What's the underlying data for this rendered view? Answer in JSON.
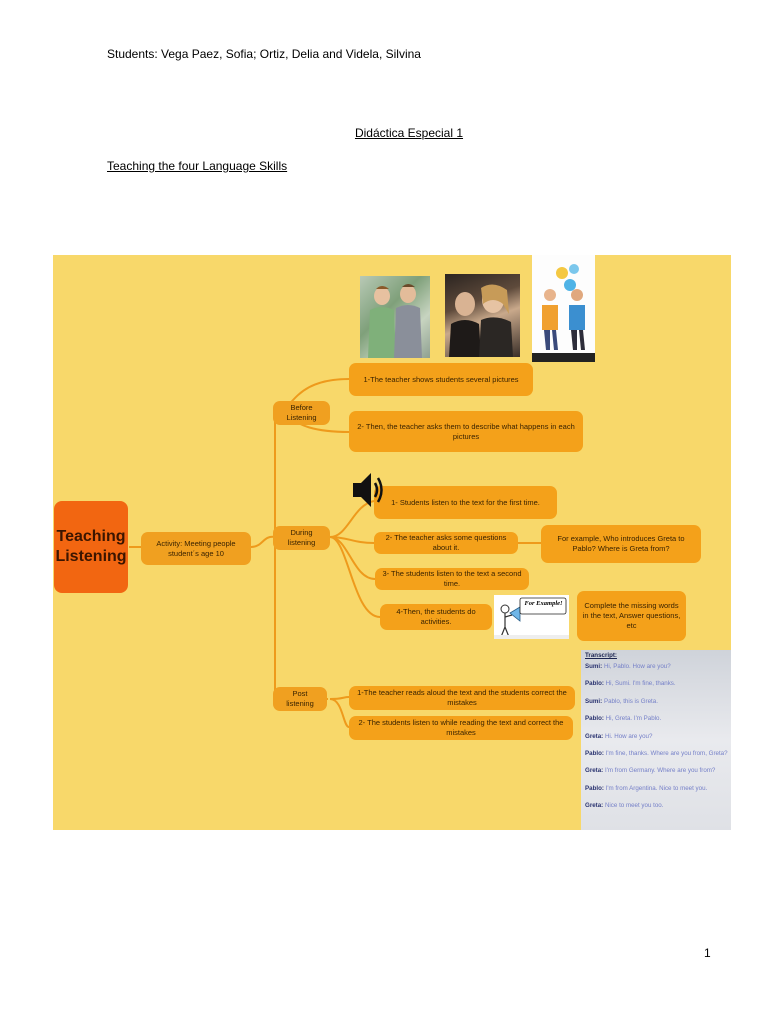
{
  "header": {
    "students": "Students: Vega Paez, Sofia; Ortiz, Delia and Videla, Silvina",
    "course": "Didáctica Especial 1",
    "subtitle": "Teaching the four Language Skills"
  },
  "mindmap": {
    "root": "Teaching Listening",
    "activity": "Activity: Meeting people student´s age 10",
    "stages": {
      "before": {
        "label": "Before Listening",
        "steps": [
          "1-The teacher shows students several pictures",
          "2- Then, the teacher asks them to describe what happens in each pictures"
        ]
      },
      "during": {
        "label": "During listening",
        "steps": [
          "1- Students listen to the text for the first time.",
          "2- The teacher asks some questions about it.",
          "3- The students listen to the text a second time.",
          "4-Then, the students do activities."
        ],
        "example_questions": "For example, Who introduces Greta to Pablo? Where is Greta from?",
        "example_activities": "Complete the missing words in the text, Answer questions, etc",
        "for_example_label": "For Example!"
      },
      "post": {
        "label": "Post listening",
        "steps": [
          "1-The teacher reads aloud the text and the students correct the mistakes",
          "2- The students listen to while reading the text and correct the mistakes"
        ]
      }
    },
    "transcript": {
      "title": "Transcript:",
      "lines": [
        {
          "speaker": "Sumi:",
          "text": "Hi, Pablo. How are you?"
        },
        {
          "speaker": "Pablo:",
          "text": "Hi, Sumi. I'm fine, thanks."
        },
        {
          "speaker": "Sumi:",
          "text": "Pablo, this is Greta."
        },
        {
          "speaker": "Pablo:",
          "text": "Hi, Greta. I'm Pablo."
        },
        {
          "speaker": "Greta:",
          "text": "Hi. How are you?"
        },
        {
          "speaker": "Pablo:",
          "text": "I'm fine, thanks. Where are you from, Greta?"
        },
        {
          "speaker": "Greta:",
          "text": "I'm from Germany. Where are you from?"
        },
        {
          "speaker": "Pablo:",
          "text": "I'm from Argentina. Nice to meet you."
        },
        {
          "speaker": "Greta:",
          "text": "Nice to meet you too."
        }
      ]
    },
    "colors": {
      "background": "#f8d86a",
      "root": "#f26611",
      "node": "#f3a21b",
      "connector": "#ee9a1c"
    },
    "icons": [
      "speaker-icon",
      "megaphone-icon"
    ]
  },
  "page_number": "1"
}
